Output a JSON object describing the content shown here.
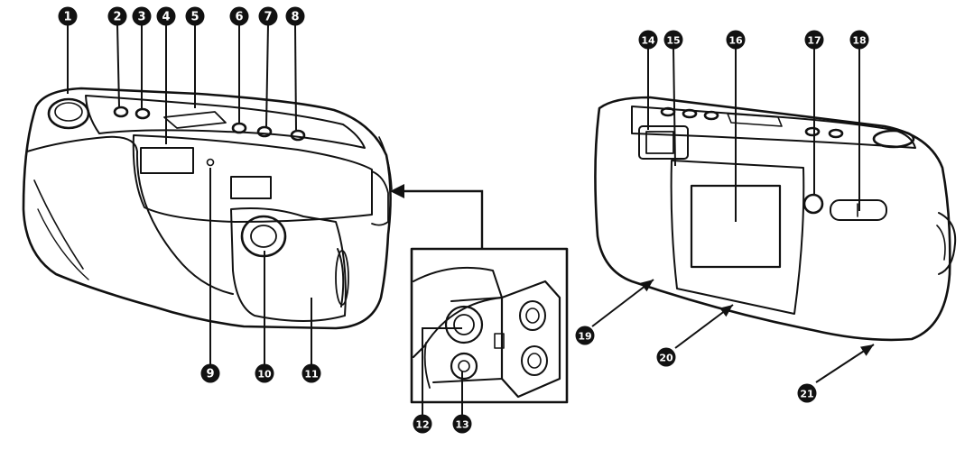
{
  "callouts": [
    "1",
    "2",
    "3",
    "4",
    "5",
    "6",
    "7",
    "8",
    "9",
    "10",
    "11",
    "12",
    "13",
    "14",
    "15",
    "16",
    "17",
    "18",
    "19",
    "20",
    "21"
  ],
  "colors": {
    "ink": "#111111",
    "paper": "#ffffff",
    "label_text": "#ffffff"
  }
}
